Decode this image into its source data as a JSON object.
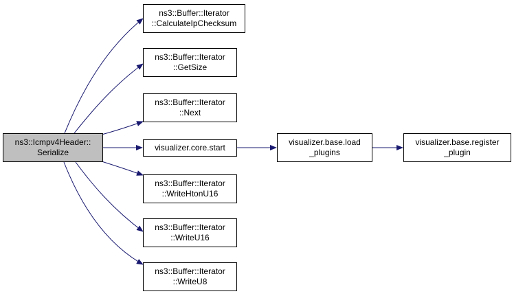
{
  "colors": {
    "edge": "#191970",
    "node_border": "#000000",
    "root_fill": "#bfbfbf",
    "node_fill": "#ffffff"
  },
  "nodes": {
    "root": {
      "line1": "ns3::Icmpv4Header::",
      "line2": "Serialize"
    },
    "calc_checksum": {
      "line1": "ns3::Buffer::Iterator",
      "line2": "::CalculateIpChecksum"
    },
    "get_size": {
      "line1": "ns3::Buffer::Iterator",
      "line2": "::GetSize"
    },
    "next": {
      "line1": "ns3::Buffer::Iterator",
      "line2": "::Next"
    },
    "core_start": {
      "line1": "visualizer.core.start"
    },
    "load_plugins": {
      "line1": "visualizer.base.load",
      "line2": "_plugins"
    },
    "register_plugin": {
      "line1": "visualizer.base.register",
      "line2": "_plugin"
    },
    "write_htonu16": {
      "line1": "ns3::Buffer::Iterator",
      "line2": "::WriteHtonU16"
    },
    "write_u16": {
      "line1": "ns3::Buffer::Iterator",
      "line2": "::WriteU16"
    },
    "write_u8": {
      "line1": "ns3::Buffer::Iterator",
      "line2": "::WriteU8"
    }
  }
}
